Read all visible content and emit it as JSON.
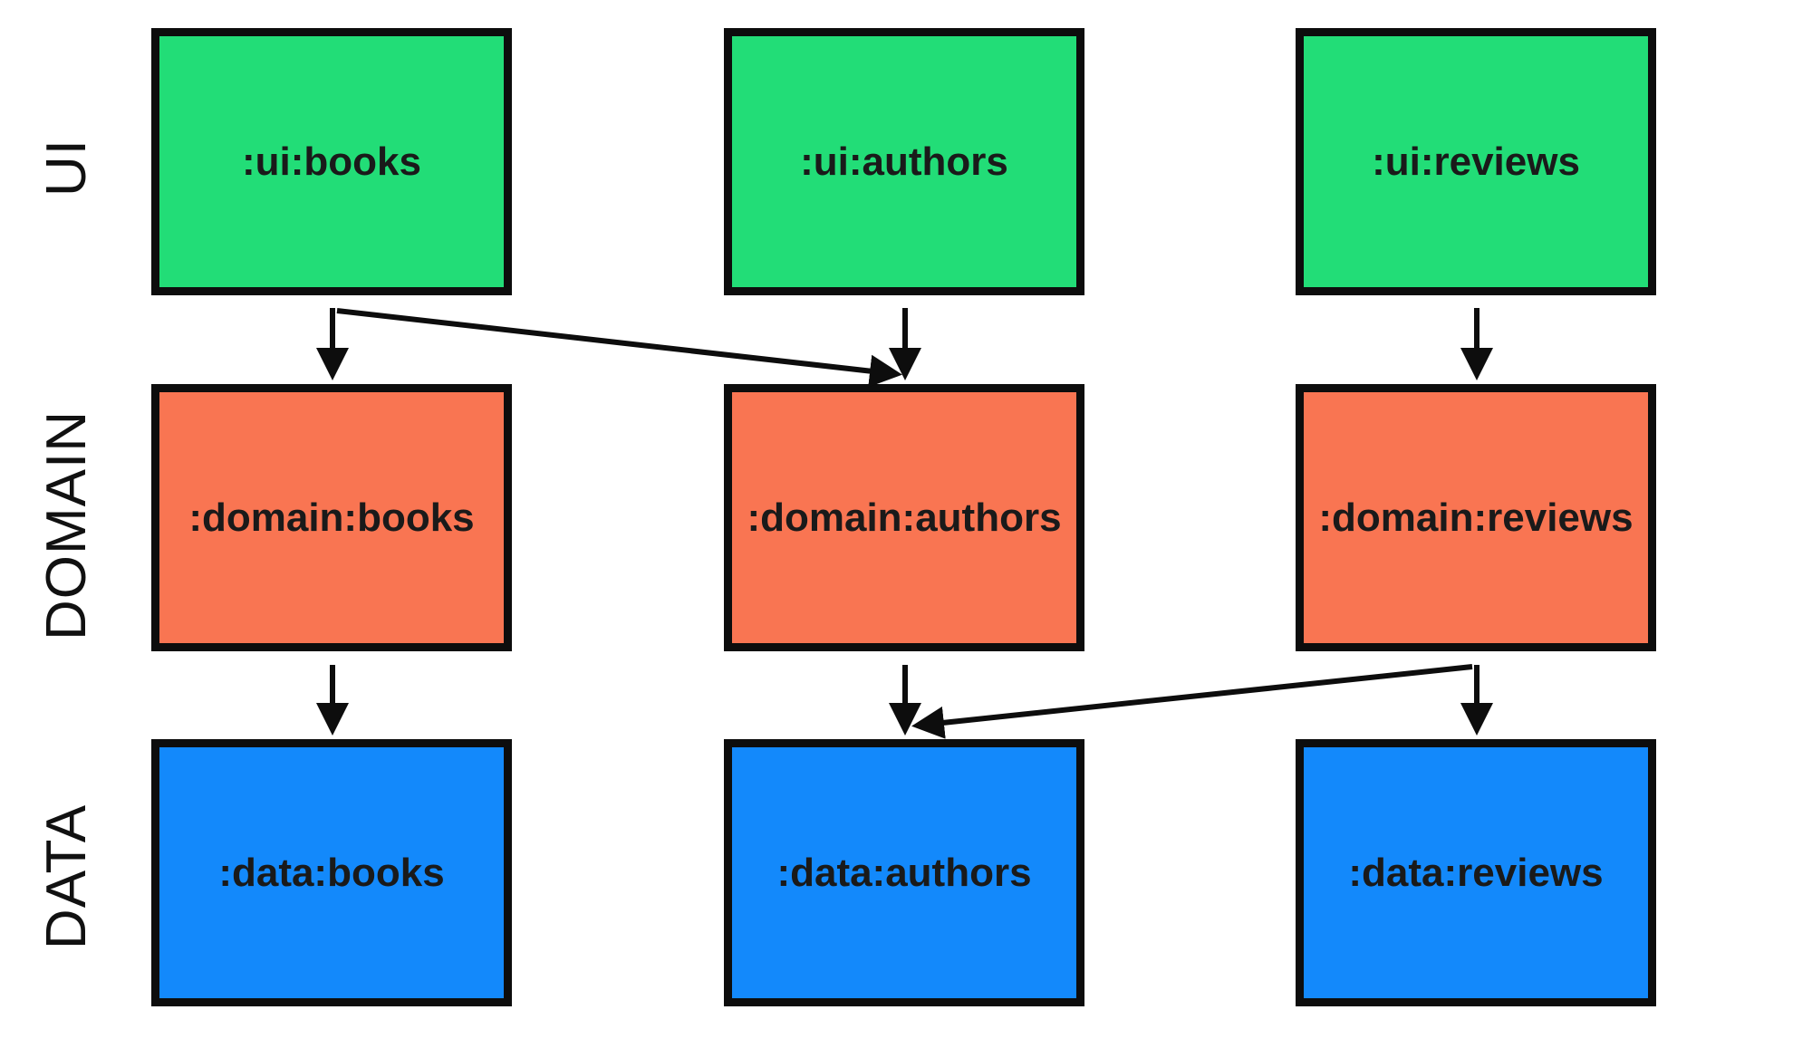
{
  "layers": [
    {
      "key": "ui",
      "label": "UI",
      "color": "#22dd77"
    },
    {
      "key": "domain",
      "label": "DOMAIN",
      "color": "#f97552"
    },
    {
      "key": "data",
      "label": "DATA",
      "color": "#1389fb"
    }
  ],
  "modules": {
    "ui": [
      ":ui:books",
      ":ui:authors",
      ":ui:reviews"
    ],
    "domain": [
      ":domain:books",
      ":domain:authors",
      ":domain:reviews"
    ],
    "data": [
      ":data:books",
      ":data:authors",
      ":data:reviews"
    ]
  },
  "dependencies": [
    {
      "from": ":ui:books",
      "to": ":domain:books"
    },
    {
      "from": ":ui:books",
      "to": ":domain:authors"
    },
    {
      "from": ":ui:authors",
      "to": ":domain:authors"
    },
    {
      "from": ":ui:reviews",
      "to": ":domain:reviews"
    },
    {
      "from": ":domain:books",
      "to": ":data:books"
    },
    {
      "from": ":domain:authors",
      "to": ":data:authors"
    },
    {
      "from": ":domain:reviews",
      "to": ":data:reviews"
    },
    {
      "from": ":domain:reviews",
      "to": ":data:authors"
    }
  ]
}
